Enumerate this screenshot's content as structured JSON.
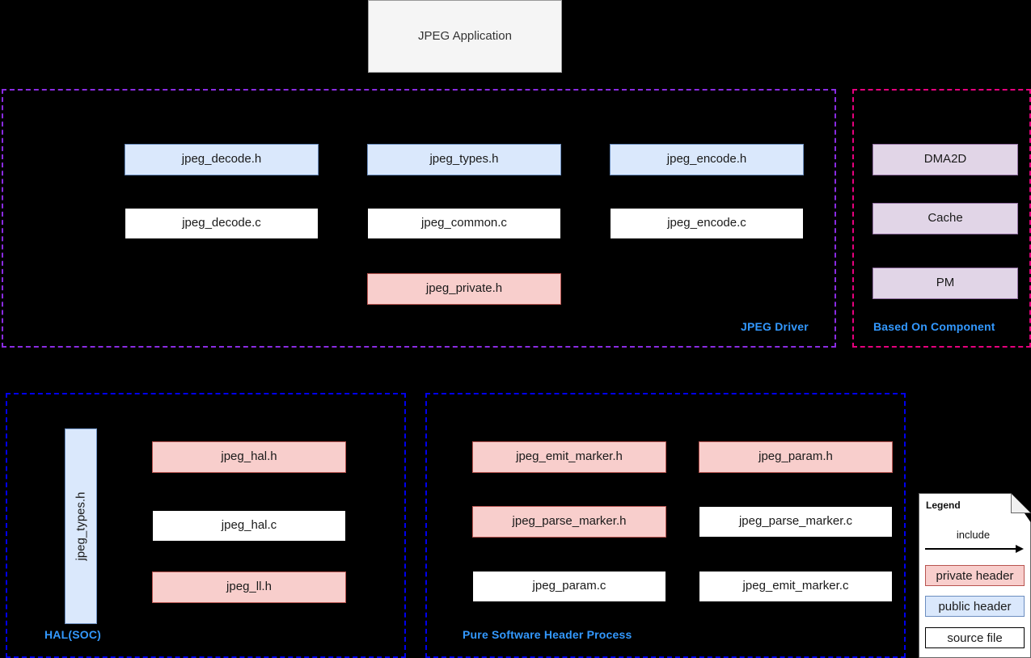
{
  "diagram": {
    "title_box": {
      "label": "JPEG Application"
    },
    "groups": [
      {
        "id": "jpeg-driver",
        "label": "JPEG Driver",
        "border_color": "#8a2be2",
        "label_color": "#3399ff"
      },
      {
        "id": "based-on-component",
        "label": "Based On Component",
        "border_color": "#e6007e",
        "label_color": "#3399ff"
      },
      {
        "id": "hal-soc",
        "label": "HAL(SOC)",
        "border_color": "#0000ee",
        "label_color": "#3399ff"
      },
      {
        "id": "pure-software",
        "label": "Pure Software Header Process",
        "border_color": "#0000ee",
        "label_color": "#3399ff"
      }
    ],
    "driver_boxes": [
      {
        "label": "jpeg_decode.h",
        "kind": "public header"
      },
      {
        "label": "jpeg_types.h",
        "kind": "public header"
      },
      {
        "label": "jpeg_encode.h",
        "kind": "public header"
      },
      {
        "label": "jpeg_decode.c",
        "kind": "source file"
      },
      {
        "label": "jpeg_common.c",
        "kind": "source file"
      },
      {
        "label": "jpeg_encode.c",
        "kind": "source file"
      },
      {
        "label": "jpeg_private.h",
        "kind": "private header"
      }
    ],
    "component_boxes": [
      {
        "label": "DMA2D",
        "kind": "component"
      },
      {
        "label": "Cache",
        "kind": "component"
      },
      {
        "label": "PM",
        "kind": "component"
      }
    ],
    "hal_boxes": [
      {
        "label": "jpeg_types.h",
        "kind": "public header",
        "orientation": "vertical"
      },
      {
        "label": "jpeg_hal.h",
        "kind": "private header"
      },
      {
        "label": "jpeg_hal.c",
        "kind": "source file"
      },
      {
        "label": "jpeg_ll.h",
        "kind": "private header"
      }
    ],
    "software_boxes": [
      {
        "label": "jpeg_emit_marker.h",
        "kind": "private header"
      },
      {
        "label": "jpeg_param.h",
        "kind": "private header"
      },
      {
        "label": "jpeg_parse_marker.h",
        "kind": "private header"
      },
      {
        "label": "jpeg_parse_marker.c",
        "kind": "source file"
      },
      {
        "label": "jpeg_param.c",
        "kind": "source file"
      },
      {
        "label": "jpeg_emit_marker.c",
        "kind": "source file"
      }
    ],
    "legend": {
      "title": "Legend",
      "arrow_label": "include",
      "items": [
        {
          "label": "private header",
          "fill": "#f8cecc",
          "stroke": "#b85450"
        },
        {
          "label": "public header",
          "fill": "#dae8fc",
          "stroke": "#6c8ebf"
        },
        {
          "label": "source file",
          "fill": "#ffffff",
          "stroke": "#000000"
        }
      ]
    },
    "colors": {
      "background": "#000000",
      "private_header_fill": "#f8cecc",
      "public_header_fill": "#dae8fc",
      "source_file_fill": "#ffffff",
      "component_fill": "#e1d5e7",
      "app_fill": "#f5f5f5"
    }
  }
}
